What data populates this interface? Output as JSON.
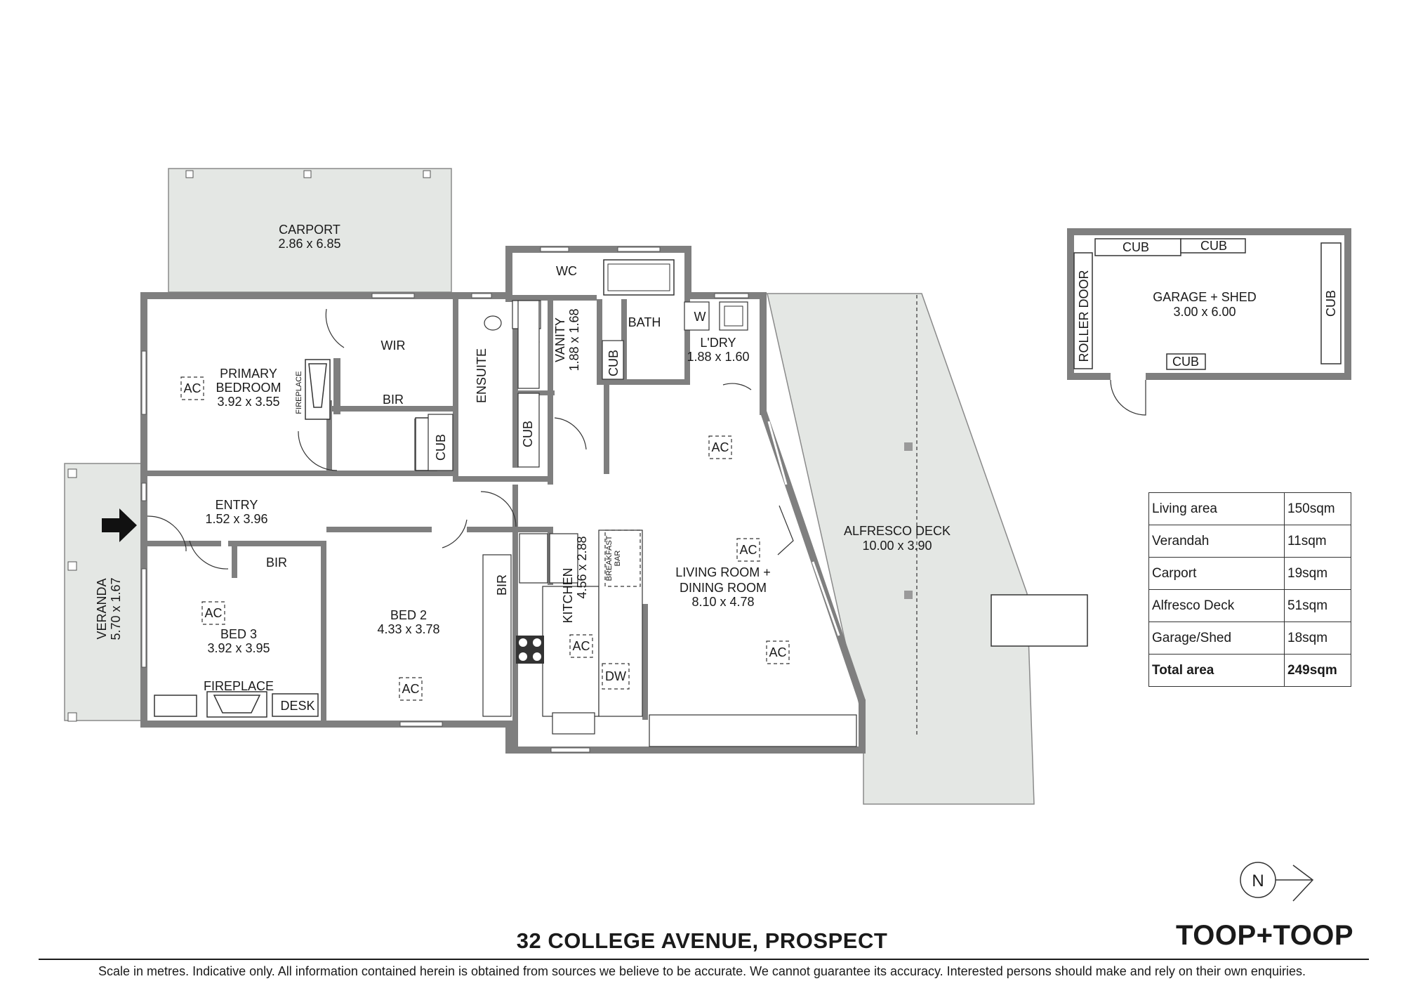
{
  "rooms": {
    "carport": {
      "name": "CARPORT",
      "dims": "2.86 x 6.85"
    },
    "primary_bedroom": {
      "name1": "PRIMARY",
      "name2": "BEDROOM",
      "dims": "3.92 x 3.55"
    },
    "wir": "WIR",
    "bir_primary": "BIR",
    "fireplace_primary": "FIREPLACE",
    "ensuite": "ENSUITE",
    "cub_primary": "CUB",
    "wc": "WC",
    "vanity": {
      "name": "VANITY",
      "dims": "1.88 x 1.68"
    },
    "bath": "BATH",
    "cub_vanity": "CUB",
    "cub_bath": "CUB",
    "laundry": {
      "name": "L'DRY",
      "dims": "1.88 x 1.60",
      "washer": "W"
    },
    "entry": {
      "name": "ENTRY",
      "dims": "1.52 x 3.96"
    },
    "veranda": {
      "name": "VERANDA",
      "dims": "5.70 x 1.67"
    },
    "bed3": {
      "name": "BED 3",
      "dims": "3.92 x 3.95",
      "bir": "BIR",
      "fireplace": "FIREPLACE",
      "desk": "DESK"
    },
    "bed2": {
      "name": "BED 2",
      "dims": "4.33 x 3.78",
      "bir": "BIR"
    },
    "kitchen": {
      "name": "KITCHEN",
      "dims": "4.56 x 2.88",
      "breakfast_bar1": "BREAKFAST",
      "breakfast_bar2": "BAR",
      "dw": "DW"
    },
    "living": {
      "name1": "LIVING ROOM +",
      "name2": "DINING ROOM",
      "dims": "8.10 x 4.78"
    },
    "alfresco": {
      "name": "ALFRESCO DECK",
      "dims": "10.00 x 3.90"
    },
    "garage": {
      "name": "GARAGE + SHED",
      "dims": "3.00 x 6.00",
      "roller_door": "ROLLER DOOR",
      "cub_top1": "CUB",
      "cub_top2": "CUB",
      "cub_right": "CUB",
      "cub_bottom": "CUB"
    }
  },
  "ac_label": "AC",
  "area_table": [
    {
      "label": "Living area",
      "value": "150sqm"
    },
    {
      "label": "Verandah",
      "value": "11sqm"
    },
    {
      "label": "Carport",
      "value": "19sqm"
    },
    {
      "label": "Alfresco Deck",
      "value": "51sqm"
    },
    {
      "label": "Garage/Shed",
      "value": "18sqm"
    },
    {
      "label": "Total area",
      "value": "249sqm"
    }
  ],
  "compass": "N",
  "title": "32 COLLEGE AVENUE, PROSPECT",
  "brand": "TOOP+TOOP",
  "disclaimer": "Scale in metres. Indicative only. All information contained herein is obtained from sources we believe to be accurate. We cannot guarantee its accuracy. Interested persons should make and rely on their own enquiries.",
  "colors": {
    "wall": "#7f7f7f",
    "outdoor": "#e4e7e4",
    "text": "#1a1a1a"
  }
}
